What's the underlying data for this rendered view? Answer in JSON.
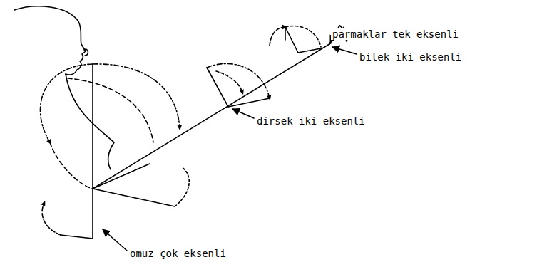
{
  "diagram": {
    "labels": [
      "parmaklar tek eksenli",
      "bilek iki eksenli",
      "dirsek iki eksenli",
      "omuz çok eksenli"
    ]
  }
}
